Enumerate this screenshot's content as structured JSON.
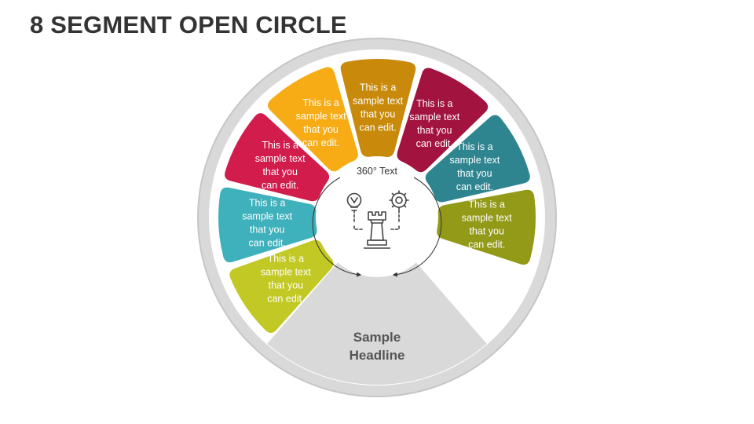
{
  "title": "8 SEGMENT OPEN CIRCLE",
  "center_label": "360° Text",
  "headline": [
    "Sample",
    "Headline"
  ],
  "segments": [
    {
      "lines": [
        "This is a",
        "sample text",
        "that you",
        "can edit."
      ],
      "color": "#c2c824"
    },
    {
      "lines": [
        "This is a",
        "sample text",
        "that you",
        "can edit."
      ],
      "color": "#3fb1bc"
    },
    {
      "lines": [
        "This is a",
        "sample text",
        "that you",
        "can edit."
      ],
      "color": "#d11c4c"
    },
    {
      "lines": [
        "This is a",
        "sample text",
        "that you",
        "can edit."
      ],
      "color": "#f7ac16"
    },
    {
      "lines": [
        "This is a",
        "sample text",
        "that you",
        "can edit."
      ],
      "color": "#c98a0b"
    },
    {
      "lines": [
        "This is a",
        "sample text",
        "that you",
        "can edit."
      ],
      "color": "#a21340"
    },
    {
      "lines": [
        "This is a",
        "sample text",
        "that you",
        "can edit."
      ],
      "color": "#2e8590"
    },
    {
      "lines": [
        "This is a",
        "sample text",
        "that you",
        "can edit."
      ],
      "color": "#929a18"
    }
  ],
  "colors": {
    "ring": "#d9d9d9",
    "ring_border": "#c6c6c6",
    "center_icon": "#444444"
  },
  "icons": [
    "bulb-icon",
    "gear-icon",
    "chess-rook-icon"
  ]
}
